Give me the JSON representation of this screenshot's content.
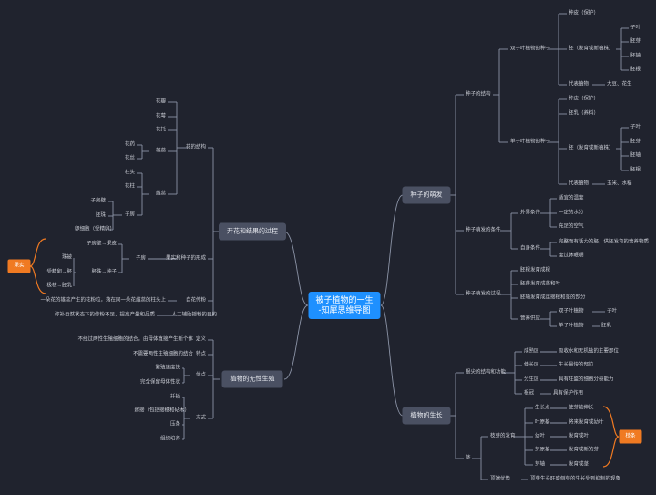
{
  "root": {
    "line1": "被子植物的一生",
    "line2": "-知犀思维导图"
  },
  "branches": {
    "seed": "种子的萌发",
    "flower": "开花和结果的过程",
    "asexual": "植物的无性生殖",
    "growth": "植物的生长"
  },
  "seed_structure": {
    "label": "种子的结构",
    "dicot": {
      "label": "双子叶植物的种子",
      "coat": "种皮（保护）",
      "embryo": "胚（发育成新植株）",
      "parts": [
        "子叶",
        "胚芽",
        "胚轴",
        "胚根"
      ],
      "rep_label": "代表植物",
      "rep_value": "大豆、花生"
    },
    "monocot": {
      "label": "单子叶植物的种子",
      "coat": "种皮（保护）",
      "endosperm": "胚乳（养料）",
      "embryo": "胚（发育成新植株）",
      "parts": [
        "子叶",
        "胚芽",
        "胚轴",
        "胚根"
      ],
      "rep_label": "代表植物",
      "rep_value": "玉米、水稻"
    }
  },
  "germination_conditions": {
    "label": "种子萌发的条件",
    "external": {
      "label": "外界条件",
      "items": [
        "适宜的温度",
        "一定的水分",
        "充足的空气"
      ]
    },
    "self": {
      "label": "自身条件",
      "items": [
        "完整而有活力的胚，供胚发育的营养物质",
        "度过休眠期"
      ]
    }
  },
  "germination_process": {
    "label": "种子萌发的过程",
    "steps": [
      "胚根发育成根",
      "胚芽发育成茎和叶",
      "胚轴发育成连接根和茎的部分"
    ],
    "nutrition": {
      "label": "营养供应",
      "dicot_label": "双子叶植物",
      "dicot_value": "子叶",
      "monocot_label": "单子叶植物",
      "monocot_value": "胚乳"
    }
  },
  "flower": {
    "structure_label": "花的结构",
    "simple_parts": [
      "花瓣",
      "花萼",
      "花托"
    ],
    "stamen": {
      "label": "雄蕊",
      "items": [
        "花药",
        "花丝"
      ]
    },
    "pistil": {
      "label": "雌蕊",
      "items": [
        "柱头",
        "花柱"
      ],
      "ovary": {
        "label": "子房",
        "wall": "子房壁",
        "ovule": "胚珠",
        "egg": "卵细胞（受精卵）"
      }
    },
    "fruit_formation": {
      "label": "果实和种子的形成",
      "ovary": "子房",
      "fruit_tag": "果实",
      "wall_to": "子房壁→果皮",
      "ovule_to": "胚珠→种子",
      "integument": "珠被",
      "fertilized_egg": "受精卵→胚",
      "polar": "极核→胚乳"
    },
    "self_pollination": {
      "desc": "一朵花的雄蕊产生的花粉粒，落在同一朵花雌蕊的柱头上",
      "label": "自花传粉"
    },
    "artificial": {
      "desc": "弥补自然状态下的传粉不足，提高产量和品质",
      "label": "人工辅助授粉的目的"
    }
  },
  "asexual": {
    "def_desc": "不经过两性生殖细胞的结合，由母体直接产生新个体",
    "def_label": "定义",
    "feat_desc": "不需要两性生殖细胞的结合",
    "feat_label": "特点",
    "adv_label": "优点",
    "adv_items": [
      "繁殖速度快",
      "完全保留母体性状"
    ],
    "method_label": "方式",
    "methods": [
      "扦插",
      "嫁接（包括接穗和砧木）",
      "压条",
      "组织培养"
    ]
  },
  "growth": {
    "root_tip": {
      "label": "根尖的结构和功能",
      "zones": [
        {
          "name": "成熟区",
          "desc": "吸收水和无机盐的主要部位"
        },
        {
          "name": "伸长区",
          "desc": "生长最快的部位"
        },
        {
          "name": "分生区",
          "desc": "具有旺盛的细胞分裂能力"
        },
        {
          "name": "根冠",
          "desc": "具有保护作用"
        }
      ]
    },
    "stem": {
      "label": "茎",
      "bud": {
        "label": "枝芽的发育",
        "tag": "枝条",
        "parts": [
          {
            "name": "生长点",
            "desc": "使芽轴伸长"
          },
          {
            "name": "叶原基",
            "desc": "将来发育成幼叶"
          },
          {
            "name": "幼叶",
            "desc": "发育成叶"
          },
          {
            "name": "芽原基",
            "desc": "发育成新的芽"
          },
          {
            "name": "芽轴",
            "desc": "发育成茎"
          }
        ]
      },
      "apical": {
        "label": "顶端优势",
        "desc": "顶芽生长旺盛侧芽的生长受到抑制的现象"
      }
    }
  }
}
